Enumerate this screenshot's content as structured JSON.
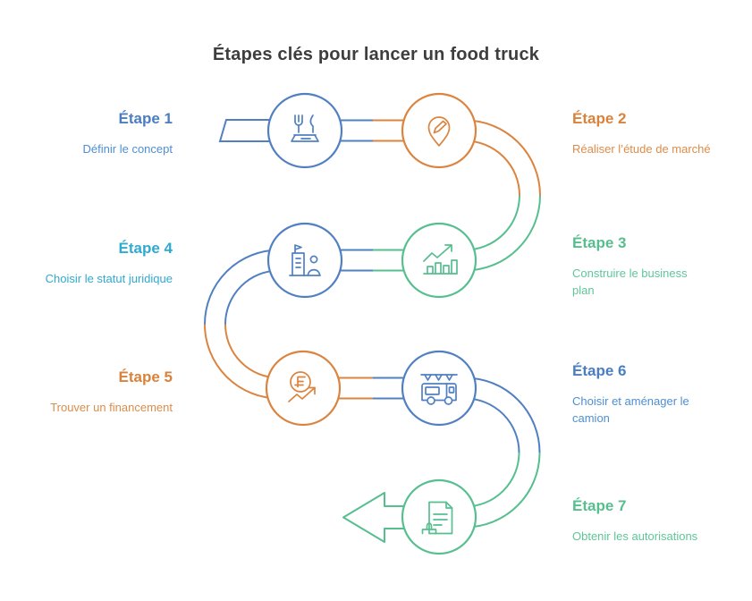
{
  "title": "Étapes clés pour lancer un food truck",
  "colors": {
    "blue": "#5180C2",
    "orange": "#DB8440",
    "green": "#57BF8F",
    "cyan": "#2FAAD0",
    "heading": "#3E3E3E",
    "background": "#FFFFFF"
  },
  "steps": [
    {
      "label": "Étape 1",
      "description": "Définir le concept",
      "title_color": "#4A7EC0",
      "desc_color": "#4E8FD2",
      "icon": "cutlery-icon",
      "side": "left"
    },
    {
      "label": "Étape 2",
      "description": "Réaliser l’étude de marché",
      "title_color": "#D9823C",
      "desc_color": "#DC8C4A",
      "icon": "map-pin-edit-icon",
      "side": "right"
    },
    {
      "label": "Étape 3",
      "description": "Construire le business plan",
      "title_color": "#57BE8E",
      "desc_color": "#5FC698",
      "icon": "growth-chart-icon",
      "side": "right"
    },
    {
      "label": "Étape 4",
      "description": "Choisir le statut juridique",
      "title_color": "#2FAAD0",
      "desc_color": "#2FAAD0",
      "icon": "building-person-icon",
      "side": "left"
    },
    {
      "label": "Étape 5",
      "description": "Trouver un financement",
      "title_color": "#D9823C",
      "desc_color": "#DC8C4A",
      "icon": "franc-growth-icon",
      "side": "left"
    },
    {
      "label": "Étape 6",
      "description": "Choisir et aménager le camion",
      "title_color": "#4A7EC0",
      "desc_color": "#4E8FD2",
      "icon": "food-truck-icon",
      "side": "right"
    },
    {
      "label": "Étape 7",
      "description": "Obtenir les autorisations",
      "title_color": "#57BE8E",
      "desc_color": "#5FC698",
      "icon": "document-stamp-icon",
      "side": "right"
    }
  ]
}
